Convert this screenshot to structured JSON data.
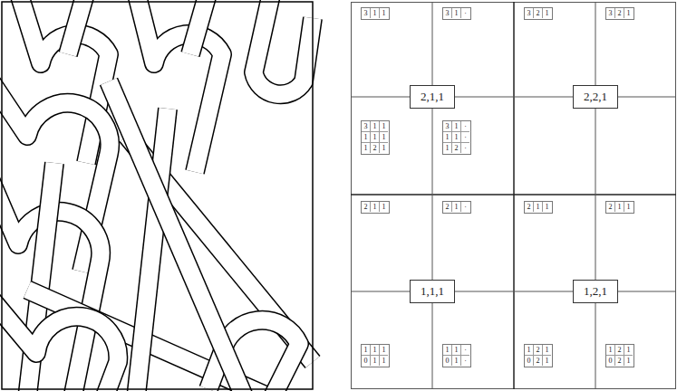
{
  "diagram": {
    "nodes": [
      {
        "text": [
          "2,1,1"
        ]
      },
      {
        "text": [
          "2,2,1"
        ]
      },
      {
        "text": [
          "1,1,1"
        ]
      },
      {
        "text": [
          "1,2,1"
        ]
      }
    ],
    "labels": [
      "3",
      "1",
      "1",
      "3",
      "1",
      "·",
      "3",
      "1",
      "1",
      "1",
      "1",
      "1",
      "1",
      "2",
      "1",
      "3",
      "1",
      "·",
      "1",
      "1",
      "·",
      "1",
      "2",
      "·",
      "3",
      "2",
      "1",
      "3",
      "2",
      "1",
      "2",
      "1",
      "1",
      "2",
      "1",
      "·",
      "1",
      "1",
      "1",
      "0",
      "1",
      "1",
      "1",
      "1",
      "·",
      "0",
      "1",
      "·",
      "2",
      "1",
      "1",
      "2",
      "1",
      "1",
      "1",
      "2",
      "1",
      "0",
      "2",
      "1",
      "1",
      "2",
      "1",
      "0",
      "2",
      "1"
    ]
  }
}
